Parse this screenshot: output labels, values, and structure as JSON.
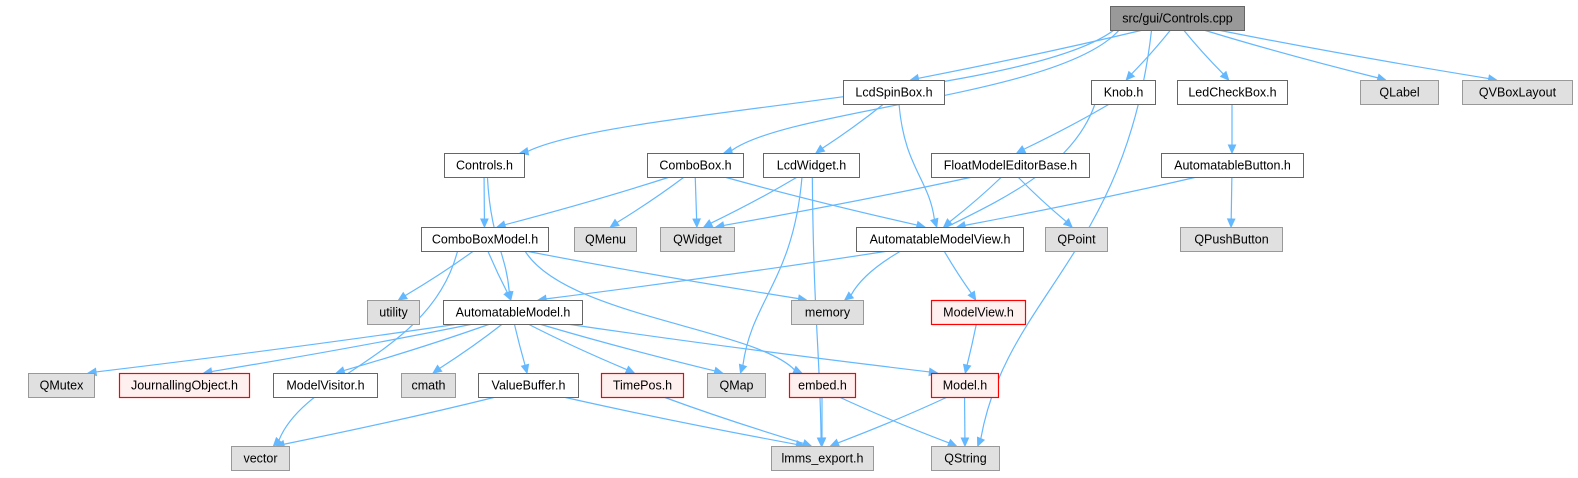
{
  "graph": {
    "nodes": [
      {
        "id": "controls_cpp",
        "label": "src/gui/Controls.cpp",
        "style": "root"
      },
      {
        "id": "lcdspinbox",
        "label": "LcdSpinBox.h",
        "style": "plain"
      },
      {
        "id": "knob",
        "label": "Knob.h",
        "style": "plain"
      },
      {
        "id": "ledcheckbox",
        "label": "LedCheckBox.h",
        "style": "plain"
      },
      {
        "id": "qlabel",
        "label": "QLabel",
        "style": "sys"
      },
      {
        "id": "qvboxlayout",
        "label": "QVBoxLayout",
        "style": "sys"
      },
      {
        "id": "controls_h",
        "label": "Controls.h",
        "style": "plain"
      },
      {
        "id": "combobox",
        "label": "ComboBox.h",
        "style": "plain"
      },
      {
        "id": "lcdwidget",
        "label": "LcdWidget.h",
        "style": "plain"
      },
      {
        "id": "floatmodeleditorbase",
        "label": "FloatModelEditorBase.h",
        "style": "plain"
      },
      {
        "id": "automatablebutton",
        "label": "AutomatableButton.h",
        "style": "plain"
      },
      {
        "id": "comboboxmodel",
        "label": "ComboBoxModel.h",
        "style": "plain"
      },
      {
        "id": "qmenu",
        "label": "QMenu",
        "style": "sys"
      },
      {
        "id": "qwidget",
        "label": "QWidget",
        "style": "sys"
      },
      {
        "id": "automatablemodelview",
        "label": "AutomatableModelView.h",
        "style": "plain"
      },
      {
        "id": "qpoint",
        "label": "QPoint",
        "style": "sys"
      },
      {
        "id": "qpushbutton",
        "label": "QPushButton",
        "style": "sys"
      },
      {
        "id": "utility",
        "label": "utility",
        "style": "sys"
      },
      {
        "id": "automatablemodel",
        "label": "AutomatableModel.h",
        "style": "plain"
      },
      {
        "id": "memory",
        "label": "memory",
        "style": "sys"
      },
      {
        "id": "modelview",
        "label": "ModelView.h",
        "style": "missing"
      },
      {
        "id": "qmutex",
        "label": "QMutex",
        "style": "sys"
      },
      {
        "id": "journallingobject",
        "label": "JournallingObject.h",
        "style": "missing"
      },
      {
        "id": "modelvisitor",
        "label": "ModelVisitor.h",
        "style": "plain"
      },
      {
        "id": "cmath",
        "label": "cmath",
        "style": "sys"
      },
      {
        "id": "valuebuffer",
        "label": "ValueBuffer.h",
        "style": "plain"
      },
      {
        "id": "timepos",
        "label": "TimePos.h",
        "style": "missing"
      },
      {
        "id": "qmap",
        "label": "QMap",
        "style": "sys"
      },
      {
        "id": "embed",
        "label": "embed.h",
        "style": "missing"
      },
      {
        "id": "model",
        "label": "Model.h",
        "style": "missing"
      },
      {
        "id": "vector",
        "label": "vector",
        "style": "sys"
      },
      {
        "id": "lmms_export",
        "label": "lmms_export.h",
        "style": "sys"
      },
      {
        "id": "qstring",
        "label": "QString",
        "style": "sys"
      }
    ],
    "edges": [
      [
        "controls_cpp",
        "controls_h"
      ],
      [
        "controls_cpp",
        "combobox"
      ],
      [
        "controls_cpp",
        "lcdspinbox"
      ],
      [
        "controls_cpp",
        "knob"
      ],
      [
        "controls_cpp",
        "ledcheckbox"
      ],
      [
        "controls_cpp",
        "qlabel"
      ],
      [
        "controls_cpp",
        "qvboxlayout"
      ],
      [
        "controls_cpp",
        "qstring"
      ],
      [
        "lcdspinbox",
        "lcdwidget"
      ],
      [
        "lcdspinbox",
        "automatablemodelview"
      ],
      [
        "knob",
        "floatmodeleditorbase"
      ],
      [
        "knob",
        "memory"
      ],
      [
        "ledcheckbox",
        "automatablebutton"
      ],
      [
        "controls_h",
        "comboboxmodel"
      ],
      [
        "controls_h",
        "automatablemodel"
      ],
      [
        "combobox",
        "comboboxmodel"
      ],
      [
        "combobox",
        "qmenu"
      ],
      [
        "combobox",
        "qwidget"
      ],
      [
        "combobox",
        "automatablemodelview"
      ],
      [
        "lcdwidget",
        "qwidget"
      ],
      [
        "lcdwidget",
        "qmap"
      ],
      [
        "lcdwidget",
        "lmms_export"
      ],
      [
        "floatmodeleditorbase",
        "qwidget"
      ],
      [
        "floatmodeleditorbase",
        "automatablemodelview"
      ],
      [
        "floatmodeleditorbase",
        "qpoint"
      ],
      [
        "automatablebutton",
        "automatablemodelview"
      ],
      [
        "automatablebutton",
        "qpushbutton"
      ],
      [
        "comboboxmodel",
        "utility"
      ],
      [
        "comboboxmodel",
        "automatablemodel"
      ],
      [
        "comboboxmodel",
        "memory"
      ],
      [
        "comboboxmodel",
        "embed"
      ],
      [
        "comboboxmodel",
        "vector"
      ],
      [
        "automatablemodelview",
        "automatablemodel"
      ],
      [
        "automatablemodelview",
        "modelview"
      ],
      [
        "modelview",
        "model"
      ],
      [
        "automatablemodel",
        "qmutex"
      ],
      [
        "automatablemodel",
        "journallingobject"
      ],
      [
        "automatablemodel",
        "modelvisitor"
      ],
      [
        "automatablemodel",
        "cmath"
      ],
      [
        "automatablemodel",
        "valuebuffer"
      ],
      [
        "automatablemodel",
        "timepos"
      ],
      [
        "automatablemodel",
        "qmap"
      ],
      [
        "automatablemodel",
        "model"
      ],
      [
        "valuebuffer",
        "vector"
      ],
      [
        "valuebuffer",
        "lmms_export"
      ],
      [
        "timepos",
        "lmms_export"
      ],
      [
        "embed",
        "lmms_export"
      ],
      [
        "embed",
        "qstring"
      ],
      [
        "model",
        "lmms_export"
      ],
      [
        "model",
        "qstring"
      ]
    ]
  }
}
